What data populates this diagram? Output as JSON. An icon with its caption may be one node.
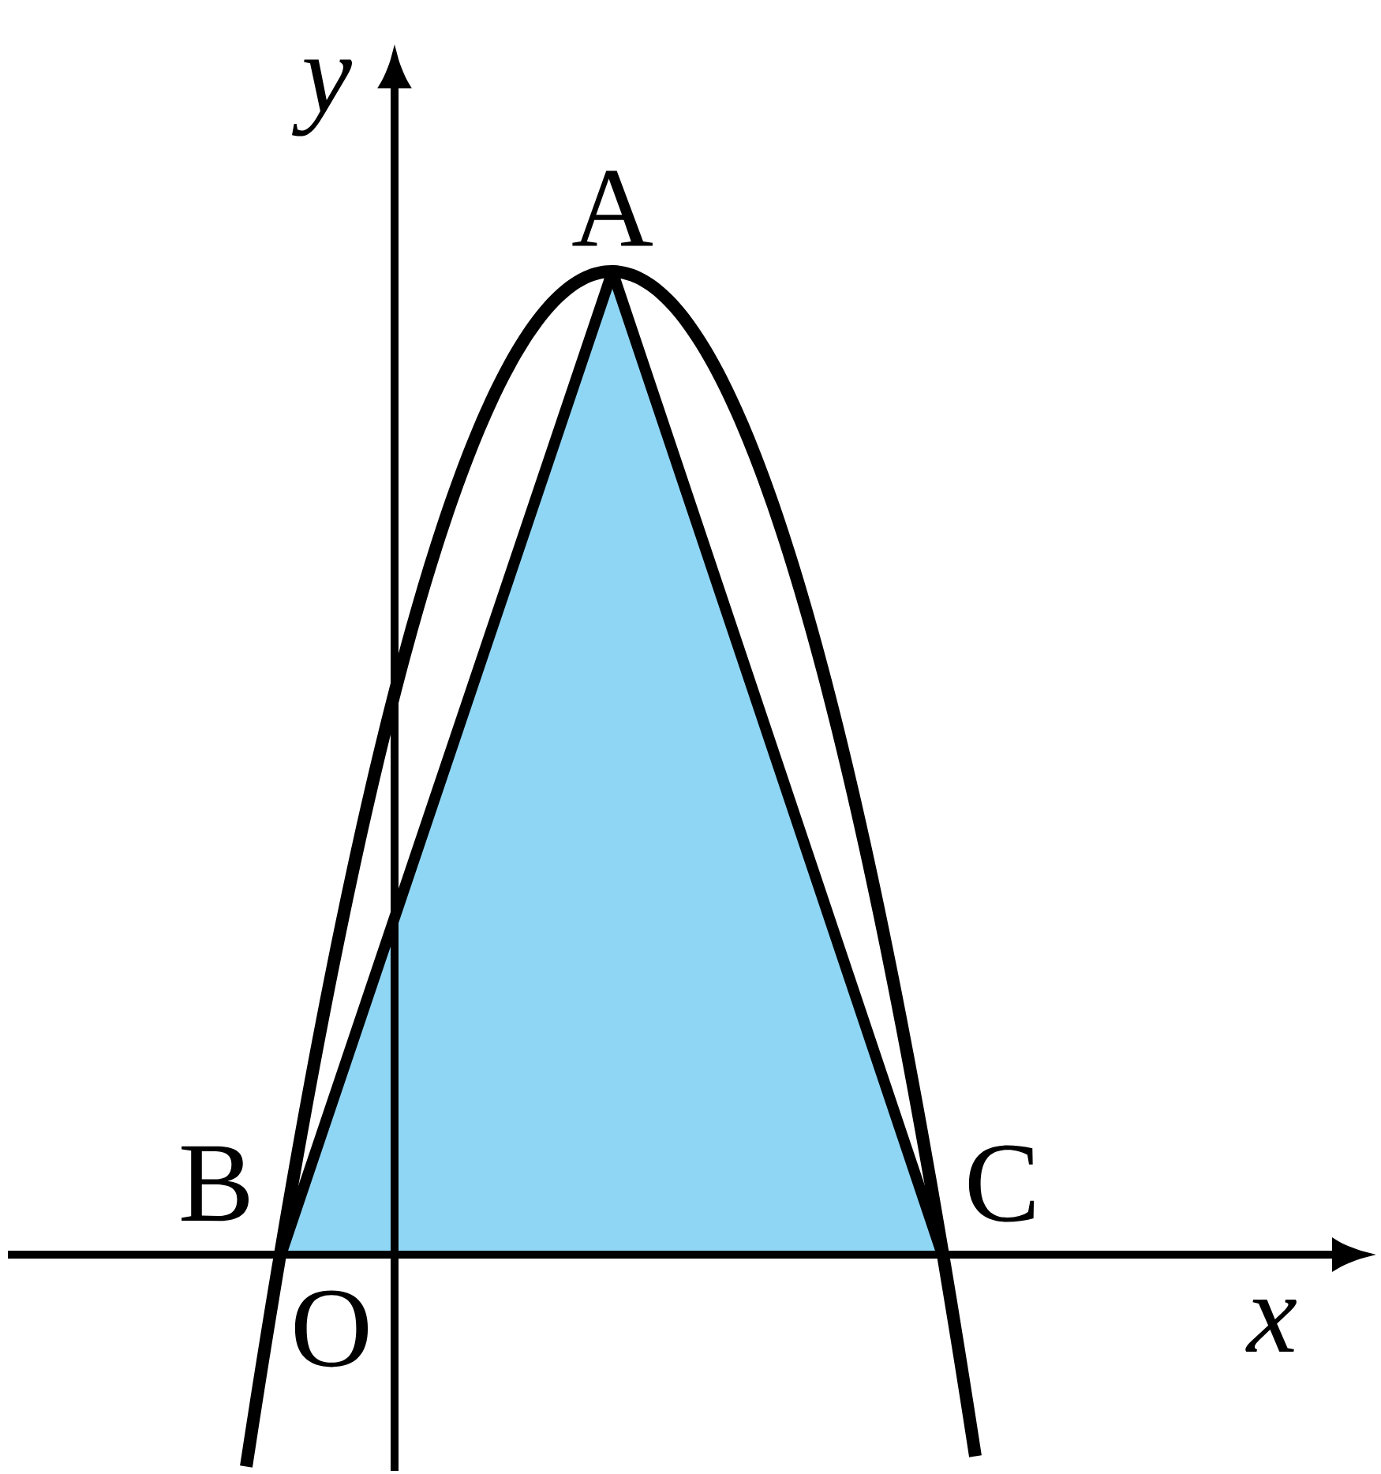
{
  "diagram": {
    "labels": [
      "y",
      "A",
      "B",
      "O",
      "C",
      "x"
    ]
  }
}
